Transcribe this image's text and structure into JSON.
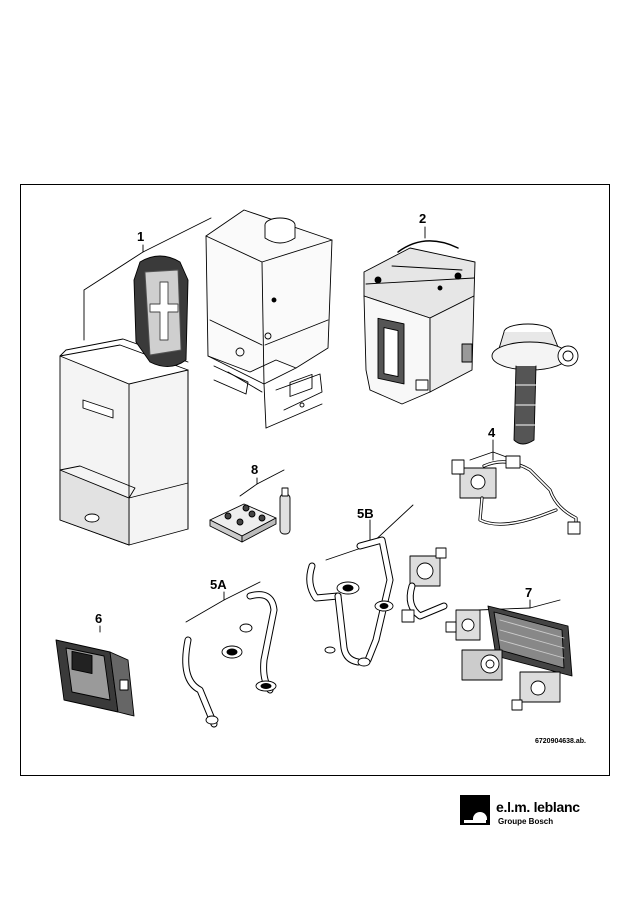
{
  "parts": {
    "p1": "1",
    "p2": "2",
    "p4": "4",
    "p5a": "5A",
    "p5b": "5B",
    "p6": "6",
    "p7": "7",
    "p8": "8"
  },
  "reference_code": "6720904638.ab.",
  "logo": {
    "brand": "e.l.m. leblanc",
    "group": "Groupe Bosch"
  }
}
